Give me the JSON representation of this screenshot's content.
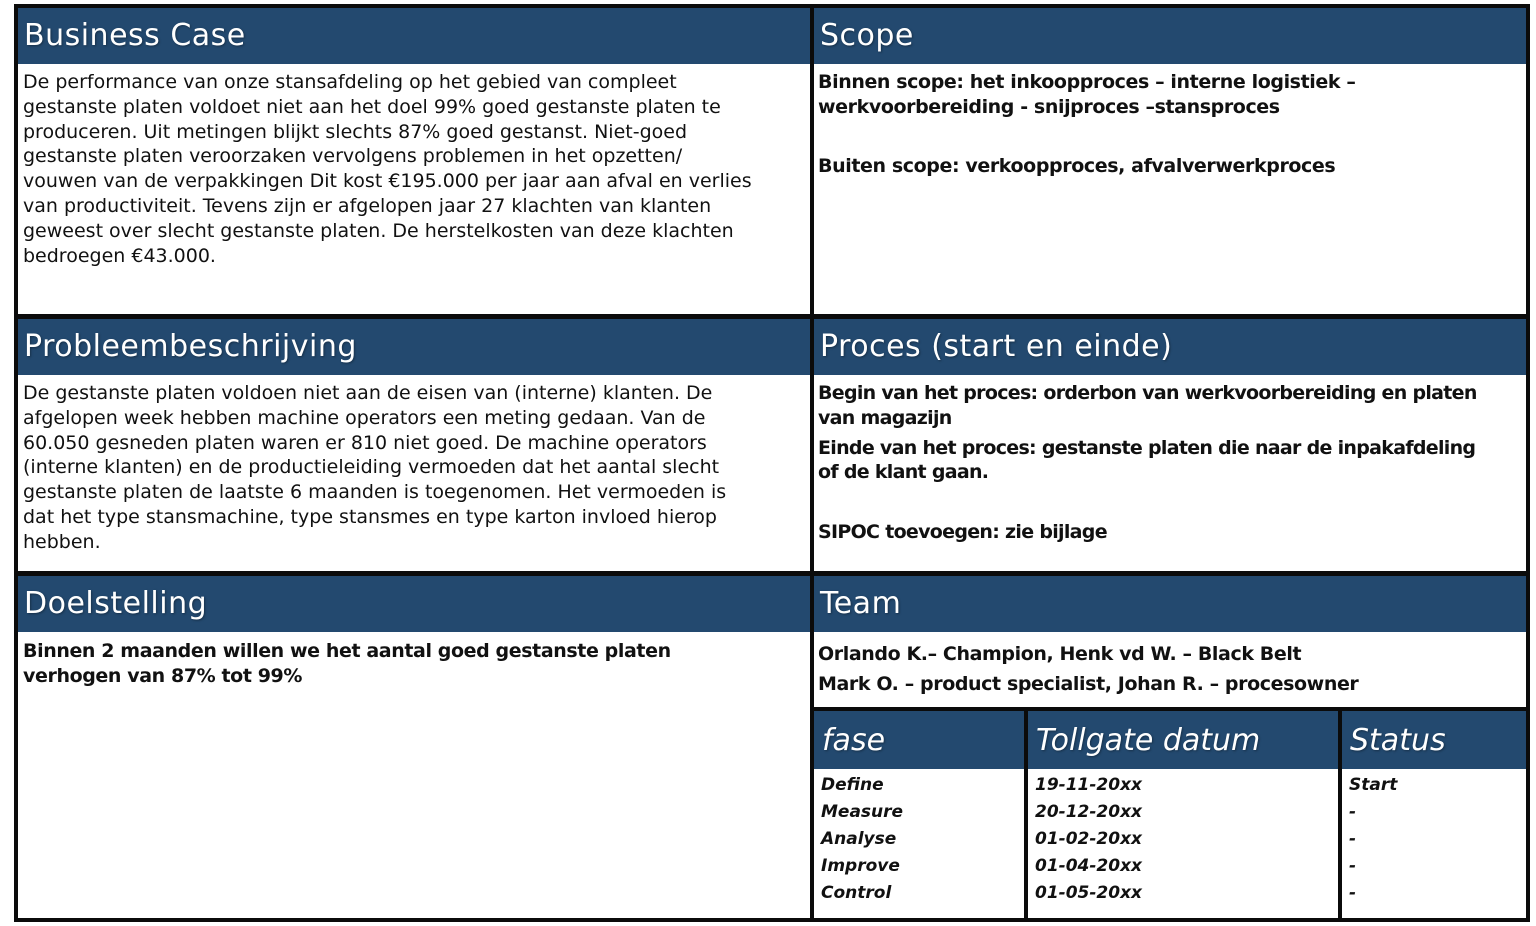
{
  "sections": {
    "business_case": {
      "title": "Business Case",
      "lines": [
        "De performance van onze stansafdeling op het gebied van compleet",
        "gestanste platen voldoet niet aan het doel 99% goed gestanste platen te",
        "produceren. Uit metingen blijkt slechts 87% goed gestanst. Niet-goed",
        "gestanste platen veroorzaken vervolgens problemen in het opzetten/",
        "vouwen van de verpakkingen Dit kost €195.000 per jaar aan afval en verlies",
        "van productiviteit. Tevens zijn er afgelopen jaar 27 klachten van klanten",
        "geweest over slecht gestanste platen. De herstelkosten van deze klachten",
        "bedroegen €43.000."
      ]
    },
    "scope": {
      "title": "Scope",
      "line1": "Binnen scope: het inkoopproces – interne logistiek –",
      "line2": "werkvoorbereiding - snijproces –stansproces",
      "line3": "Buiten scope: verkoopproces, afvalverwerkproces"
    },
    "probleem": {
      "title": "Probleembeschrijving",
      "lines": [
        "De gestanste platen voldoen niet aan de eisen van (interne) klanten. De",
        "afgelopen week hebben machine operators een meting gedaan. Van de",
        "60.050 gesneden platen waren er 810 niet goed. De machine operators",
        "(interne klanten) en de productieleiding vermoeden dat het aantal slecht",
        "gestanste platen de laatste 6 maanden is toegenomen. Het vermoeden is",
        "dat het type stansmachine, type stansmes en type karton invloed hierop",
        "hebben."
      ]
    },
    "proces": {
      "title": "Proces (start en einde)",
      "begin_1": "Begin van het proces: orderbon van werkvoorbereiding en platen",
      "begin_2": "van magazijn",
      "einde_1": "Einde van het proces: gestanste platen die naar de inpakafdeling",
      "einde_2": "of de klant gaan.",
      "sipoc": "SIPOC toevoegen: zie bijlage"
    },
    "doelstelling": {
      "title": "Doelstelling",
      "line1": "Binnen 2 maanden willen we het aantal goed gestanste platen",
      "line2": "verhogen van 87% tot 99%"
    },
    "team": {
      "title": "Team",
      "line1": "Orlando K.– Champion, Henk vd W. – Black Belt",
      "line2": "Mark O. – product specialist, Johan R. – procesowner"
    }
  },
  "tollgate": {
    "headers": {
      "fase": "fase",
      "datum": "Tollgate datum",
      "status": "Status"
    },
    "rows": [
      {
        "fase": "Define",
        "datum": "19-11-20xx",
        "status": "Start"
      },
      {
        "fase": "Measure",
        "datum": "20-12-20xx",
        "status": "-"
      },
      {
        "fase": "Analyse",
        "datum": "01-02-20xx",
        "status": "-"
      },
      {
        "fase": "Improve",
        "datum": "01-04-20xx",
        "status": "-"
      },
      {
        "fase": "Control",
        "datum": "01-05-20xx",
        "status": "-"
      }
    ]
  },
  "colors": {
    "header_bg": "#23496f",
    "header_text": "#ffffff",
    "border": "#0b0b0b"
  }
}
